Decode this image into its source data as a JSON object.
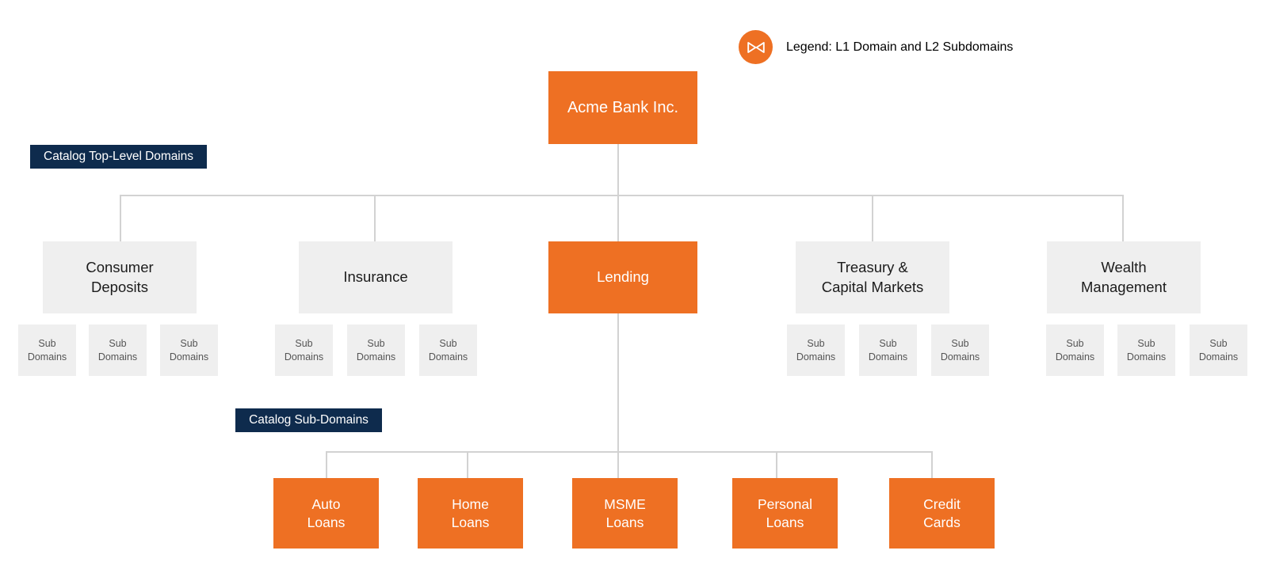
{
  "legend": {
    "icon": "bowtie-logo-icon",
    "text": "Legend: L1 Domain and L2 Subdomains"
  },
  "badges": {
    "top_level": "Catalog Top-Level Domains",
    "sub_domains": "Catalog Sub-Domains"
  },
  "colors": {
    "accent_orange": "#EE7023",
    "navy": "#0E2B4D",
    "node_grey": "#EFEFEF",
    "line_grey": "#D2D2D2",
    "text_dark": "#1C1C1C",
    "text_muted": "#555555"
  },
  "root": {
    "label": "Acme Bank Inc."
  },
  "l1_domains": [
    {
      "label_line1": "Consumer",
      "label_line2": "Deposits",
      "highlighted": false
    },
    {
      "label_line1": "Insurance",
      "label_line2": "",
      "highlighted": false
    },
    {
      "label_line1": "Lending",
      "label_line2": "",
      "highlighted": true
    },
    {
      "label_line1": "Treasury &",
      "label_line2": "Capital Markets",
      "highlighted": false
    },
    {
      "label_line1": "Wealth",
      "label_line2": "Management",
      "highlighted": false
    }
  ],
  "sub_domain_label": {
    "line1": "Sub",
    "line2": "Domains"
  },
  "sub_domain_groups": [
    {
      "parent": "Consumer Deposits",
      "count": 3
    },
    {
      "parent": "Insurance",
      "count": 3
    },
    {
      "parent": "Treasury & Capital Markets",
      "count": 3
    },
    {
      "parent": "Wealth Management",
      "count": 3
    }
  ],
  "l2_subdomains": [
    {
      "label_line1": "Auto",
      "label_line2": "Loans"
    },
    {
      "label_line1": "Home",
      "label_line2": "Loans"
    },
    {
      "label_line1": "MSME",
      "label_line2": "Loans"
    },
    {
      "label_line1": "Personal",
      "label_line2": "Loans"
    },
    {
      "label_line1": "Credit",
      "label_line2": "Cards"
    }
  ]
}
